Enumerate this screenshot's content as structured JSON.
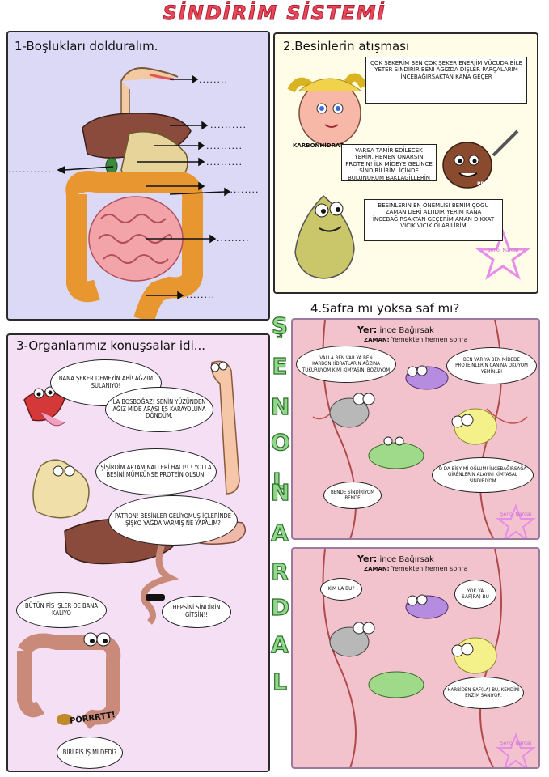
{
  "title": "SİNDİRİM SİSTEMİ",
  "author_vertical": [
    "Ş",
    "E",
    "N",
    "O",
    "L",
    "N",
    "A",
    "R",
    "D",
    "A",
    "L"
  ],
  "panel1": {
    "title": "1-Boşlukları dolduralım.",
    "blanks": [
      "........",
      "..........",
      "..........",
      "..........",
      ".............",
      ".........",
      ".........",
      "........"
    ]
  },
  "panel2": {
    "title": "2.Besinlerin atışması",
    "label_karbonhidrat": "KARBONHİDRAT",
    "label_protein": "PROTEİN",
    "bubble_carb": "ÇOK ŞEKERİM BEN ÇOK ŞEKER ENERJİM VÜCUDA BİLE YETER SİNDİRİR BENİ AĞIZDA DİŞLER PARÇALARIM İNCEBAĞIRSAKTAN KANA GEÇER",
    "bubble_protein": "VARSA TAMİR EDİLECEK YERİN, HEMEN ONARSIN PROTEİN! İLK MİDEYE GELİNCE SİNDİRİLİRİM. İÇİNDE BULUNURUM BAKLAGİLLERİN",
    "bubble_fat": "BESİNLERİN EN ÖNEMLİSİ BENİM ÇOĞU ZAMAN DERİ ALTIDIR YERİM KANA İNCEBAĞIRSAKTAN GEÇERİM AMAN DİKKAT VICIK VICIK OLABİLİRİM"
  },
  "panel3": {
    "title": "3-Organlarımız konuşsalar idi...",
    "b1": "BANA ŞEKER DEMEYİN ABİ! AĞZIM SULANIYO!",
    "b2": "LA BOSBOĞAZ! SENİN YÜZÜNDEN AĞIZ MİDE ARASI E5 KARAYOLUNA DÖNDÜM.",
    "b3": "ŞİŞİRDİM APTAMİNALLERİ HACI!! ! YOLLA BESİNİ MÜMKÜNSE PROTEİN OLSUN.",
    "b4": "PATRON! BESİNLER GELİYOMUŞ İÇLERİNDE ŞİŞKO YAĞDA VARMIŞ NE YAPALIM?",
    "b5": "BÜTÜN PİS İŞLER DE BANA KALIYO",
    "b6": "HEPSİNİ SİNDİRİN GİTSİN!!",
    "b7": "BİRİ PİS İŞ Mİ DEDİ?",
    "sfx": "PÖRRRTT!"
  },
  "panel4": {
    "title": "4.Safra mı yoksa saf mı?",
    "where_label": "Yer:",
    "where_value": "ince Bağırsak",
    "when_label": "ZAMAN:",
    "when_value": "Yemekten hemen sonra",
    "a1": "VALLA BEN VAR YA BEN KARBONHİDRATLARIN AĞZINA TÜKÜRÜYOM KİMİ KİMYASINI BOZUYOM",
    "a2": "BEN VAR YA BEN MİDEDE PROTEİNLERİN CANINA OKUYOM YEMİNLE!",
    "a3": "BENDE SİNDİRİYOM BENDE",
    "a4": "O DA BİŞY Mİ OĞLUM! İNCEBAĞIRSAĞA GİRENLERİN ALAYINI KİMYASAL SİNDİRİYOM",
    "c1": "KİM LA BU?",
    "c2": "YOK YA SAF(RA) BU",
    "c3": "HARBİDEN SAF(LA) BU, KENDİNİ ENZİM SANIYOR.",
    "watermark": "Şenol Nardal"
  },
  "colors": {
    "title": "#e8465a",
    "vertical_name": "#8fd98a",
    "panel1_bg": "#dcd9f7",
    "panel2_bg": "#fffce8",
    "panel3_bg": "#f5dff5",
    "panel4_bg": "#f3c3cd"
  }
}
